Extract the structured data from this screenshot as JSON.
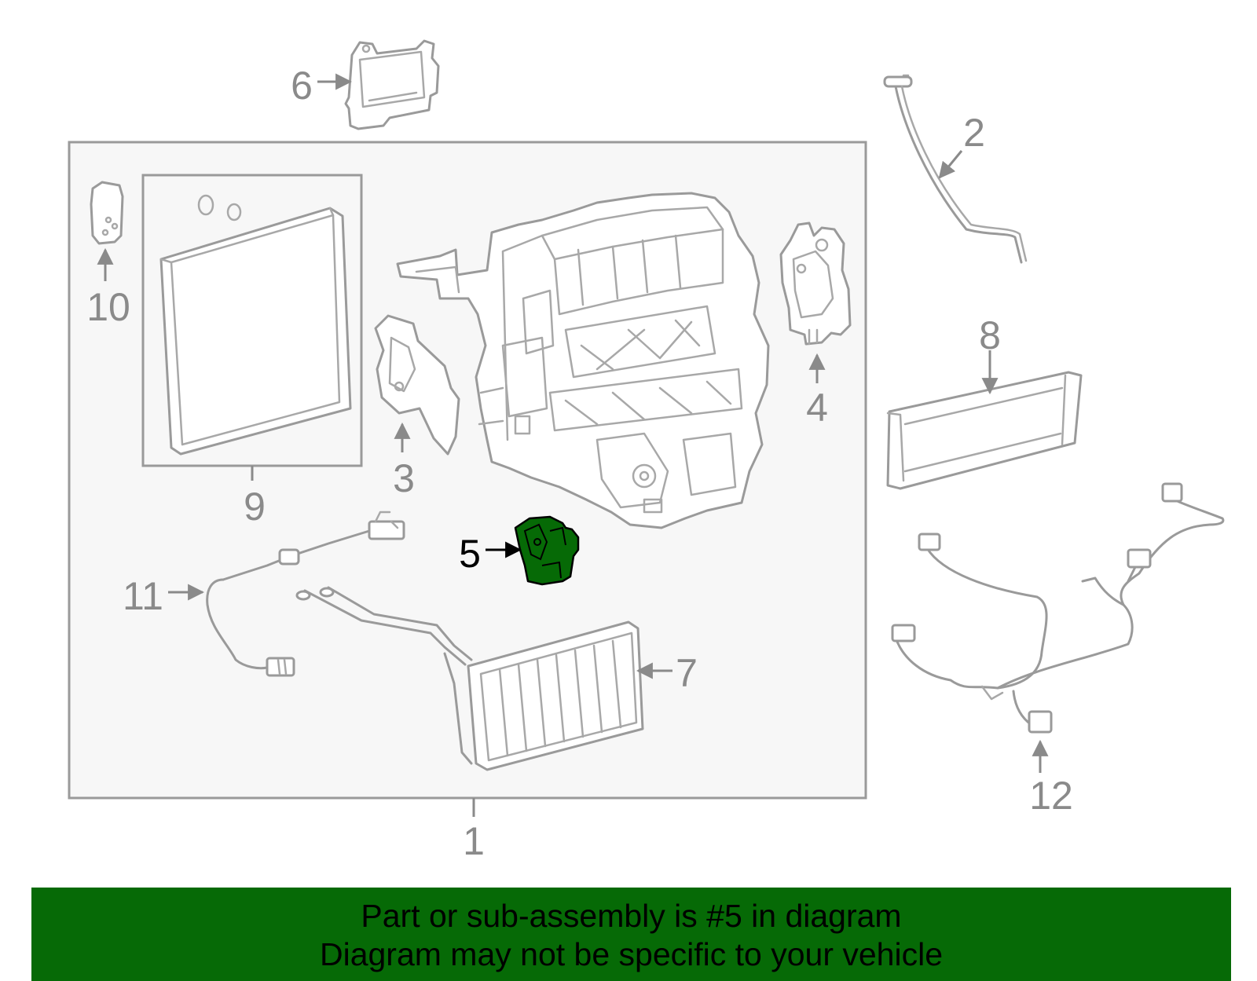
{
  "diagram": {
    "colors": {
      "line": "#9a9a9a",
      "box_fill": "#f7f7f7",
      "highlight": "#066a06",
      "banner": "#066a06"
    },
    "callouts": {
      "c1": "1",
      "c2": "2",
      "c3": "3",
      "c4": "4",
      "c5": "5",
      "c6": "6",
      "c7": "7",
      "c8": "8",
      "c9": "9",
      "c10": "10",
      "c11": "11",
      "c12": "12"
    },
    "highlighted_part": "5"
  },
  "banner": {
    "line1": "Part or sub-assembly is #5 in diagram",
    "line2": "Diagram may not be specific to your vehicle"
  }
}
